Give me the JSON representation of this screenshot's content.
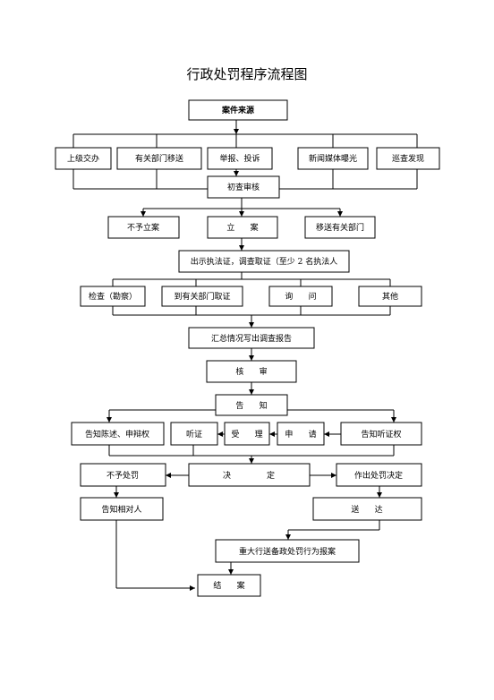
{
  "title": "行政处罚程序流程图",
  "boxes": {
    "source": "案件来源",
    "superior": "上级交办",
    "transfer_in": "有关部门移送",
    "report": "举报、投诉",
    "media": "新闻媒体曝光",
    "patrol": "巡查发现",
    "initial_review": "初查审核",
    "no_case": "不予立案",
    "file_case": "立      案",
    "transfer_out": "移送有关部门",
    "show_cert": "出示执法证，调查取证（至少 2 名执法人",
    "inspect": "检查（勘察）",
    "collect": "到有关部门取证",
    "inquire": "询      问",
    "other": "其他",
    "summary": "汇总情况写出调查报告",
    "review": "核      审",
    "notify": "告      知",
    "notify_defense": "告知陈述、申辩权",
    "hearing": "听证",
    "accept": "受      理",
    "apply": "申      请",
    "notify_hearing": "告知听证权",
    "no_penalty": "不予处罚",
    "decide": "决              定",
    "make_decision": "作出处罚决定",
    "notify_party": "告知相对人",
    "deliver": "送      达",
    "major_report": "重大行送备政处罚行为报案",
    "close": "结      案"
  }
}
